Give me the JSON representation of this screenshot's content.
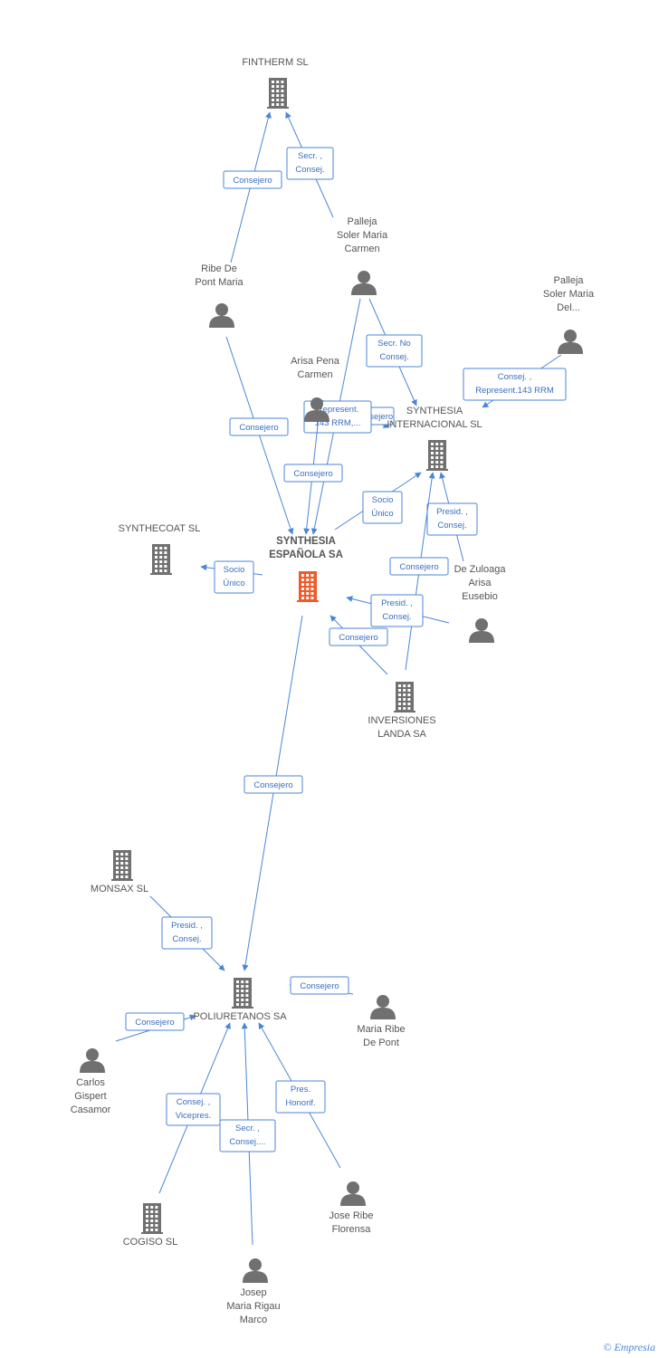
{
  "colors": {
    "edge": "#4a86d8",
    "node": "#707070",
    "highlight": "#f05a28",
    "text": "#555555"
  },
  "nodes": [
    {
      "id": "fintherm",
      "type": "company",
      "label": [
        "FINTHERM SL"
      ]
    },
    {
      "id": "ribe_pont",
      "type": "person",
      "label": [
        "Ribe De",
        "Pont Maria"
      ]
    },
    {
      "id": "palleja_carmen",
      "type": "person",
      "label": [
        "Palleja",
        "Soler Maria",
        "Carmen"
      ]
    },
    {
      "id": "palleja_del",
      "type": "person",
      "label": [
        "Palleja",
        "Soler Maria",
        "Del..."
      ]
    },
    {
      "id": "arisa_pena",
      "type": "person",
      "label": [
        "Arisa Pena",
        "Carmen"
      ]
    },
    {
      "id": "synthesia_int",
      "type": "company",
      "label": [
        "SYNTHESIA",
        "INTERNACIONAL SL"
      ]
    },
    {
      "id": "synthecoat",
      "type": "company",
      "label": [
        "SYNTHECOAT SL"
      ]
    },
    {
      "id": "synthesia_esp",
      "type": "company",
      "highlight": true,
      "label": [
        "SYNTHESIA",
        "ESPAÑOLA SA"
      ]
    },
    {
      "id": "zuloaga",
      "type": "person",
      "label": [
        "De Zuloaga",
        "Arisa",
        "Eusebio"
      ]
    },
    {
      "id": "inversiones",
      "type": "company",
      "label": [
        "INVERSIONES",
        "LANDA SA"
      ]
    },
    {
      "id": "monsax",
      "type": "company",
      "label": [
        "MONSAX SL"
      ]
    },
    {
      "id": "poliuretanos",
      "type": "company",
      "label": [
        "POLIURETANOS SA"
      ]
    },
    {
      "id": "maria_ribe",
      "type": "person",
      "label": [
        "Maria Ribe",
        "De Pont"
      ]
    },
    {
      "id": "carlos",
      "type": "person",
      "label": [
        "Carlos",
        "Gispert",
        "Casamor"
      ]
    },
    {
      "id": "cogiso",
      "type": "company",
      "label": [
        "COGISO  SL"
      ]
    },
    {
      "id": "jose_ribe",
      "type": "person",
      "label": [
        "Jose Ribe",
        "Florensa"
      ]
    },
    {
      "id": "josep",
      "type": "person",
      "label": [
        "Josep",
        "Maria Rigau",
        "Marco"
      ]
    }
  ],
  "edges": [
    {
      "label": [
        "Consejero"
      ]
    },
    {
      "label": [
        "Secr. ,",
        "Consej."
      ]
    },
    {
      "label": [
        "Secr.  No",
        "Consej."
      ]
    },
    {
      "label": [
        "Consej. ,",
        "Represent.143 RRM"
      ]
    },
    {
      "label": [
        "Consejero"
      ]
    },
    {
      "label": [
        "Consejero"
      ]
    },
    {
      "label": [
        "Represent.",
        "143 RRM,..."
      ]
    },
    {
      "label": [
        "Consejero"
      ]
    },
    {
      "label": [
        "Socio",
        "Único"
      ]
    },
    {
      "label": [
        "Socio",
        "Único"
      ]
    },
    {
      "label": [
        "Presid. ,",
        "Consej."
      ]
    },
    {
      "label": [
        "Consejero"
      ]
    },
    {
      "label": [
        "Presid. ,",
        "Consej."
      ]
    },
    {
      "label": [
        "Consejero"
      ]
    },
    {
      "label": [
        "Consejero"
      ]
    },
    {
      "label": [
        "Presid. ,",
        "Consej."
      ]
    },
    {
      "label": [
        "Consejero"
      ]
    },
    {
      "label": [
        "Consejero"
      ]
    },
    {
      "label": [
        "Consej. ,",
        "Vicepres."
      ]
    },
    {
      "label": [
        "Secr. ,",
        "Consej...."
      ]
    },
    {
      "label": [
        "Pres.",
        "Honorif."
      ]
    }
  ],
  "footer": {
    "copyright": "©",
    "brand": "Empresia"
  }
}
